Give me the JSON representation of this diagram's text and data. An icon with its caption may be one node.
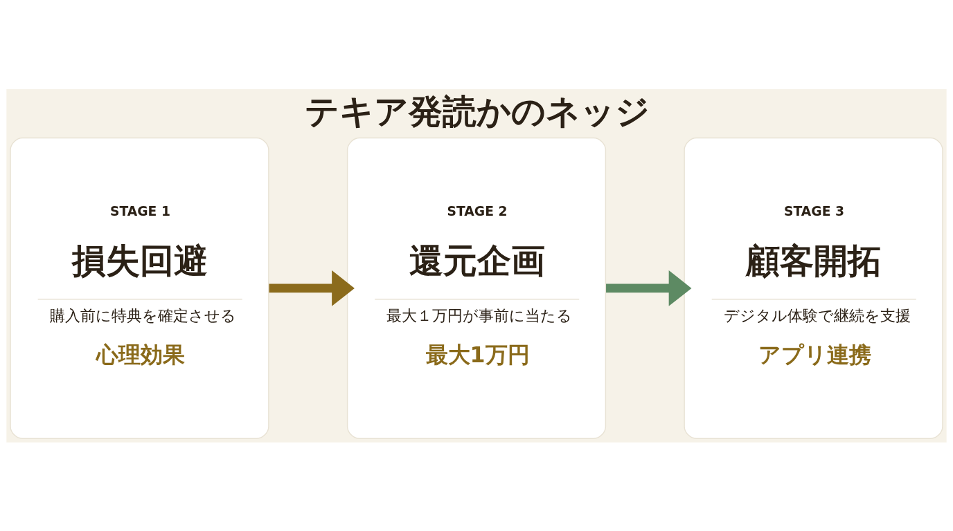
{
  "diagram": {
    "title": "テキア発読かのネッジ",
    "nodes": [
      {
        "text": [
          "STAGE 1",
          "損失回避",
          "購入前に特典を確定させる",
          "心理効果"
        ]
      },
      {
        "text": [
          "STAGE 2",
          "還元企画",
          "最大１万円が事前に当たる",
          "最大1万円"
        ]
      },
      {
        "text": [
          "STAGE 3",
          "顧客開拓",
          "デジタル体験で継続を支援",
          "アプリ連携"
        ]
      }
    ],
    "edges": [
      {
        "from": 0,
        "to": 1,
        "arrow": "to",
        "color": "#8b6b1c"
      },
      {
        "from": 1,
        "to": 2,
        "arrow": "to",
        "color": "#5d8a63"
      }
    ]
  }
}
